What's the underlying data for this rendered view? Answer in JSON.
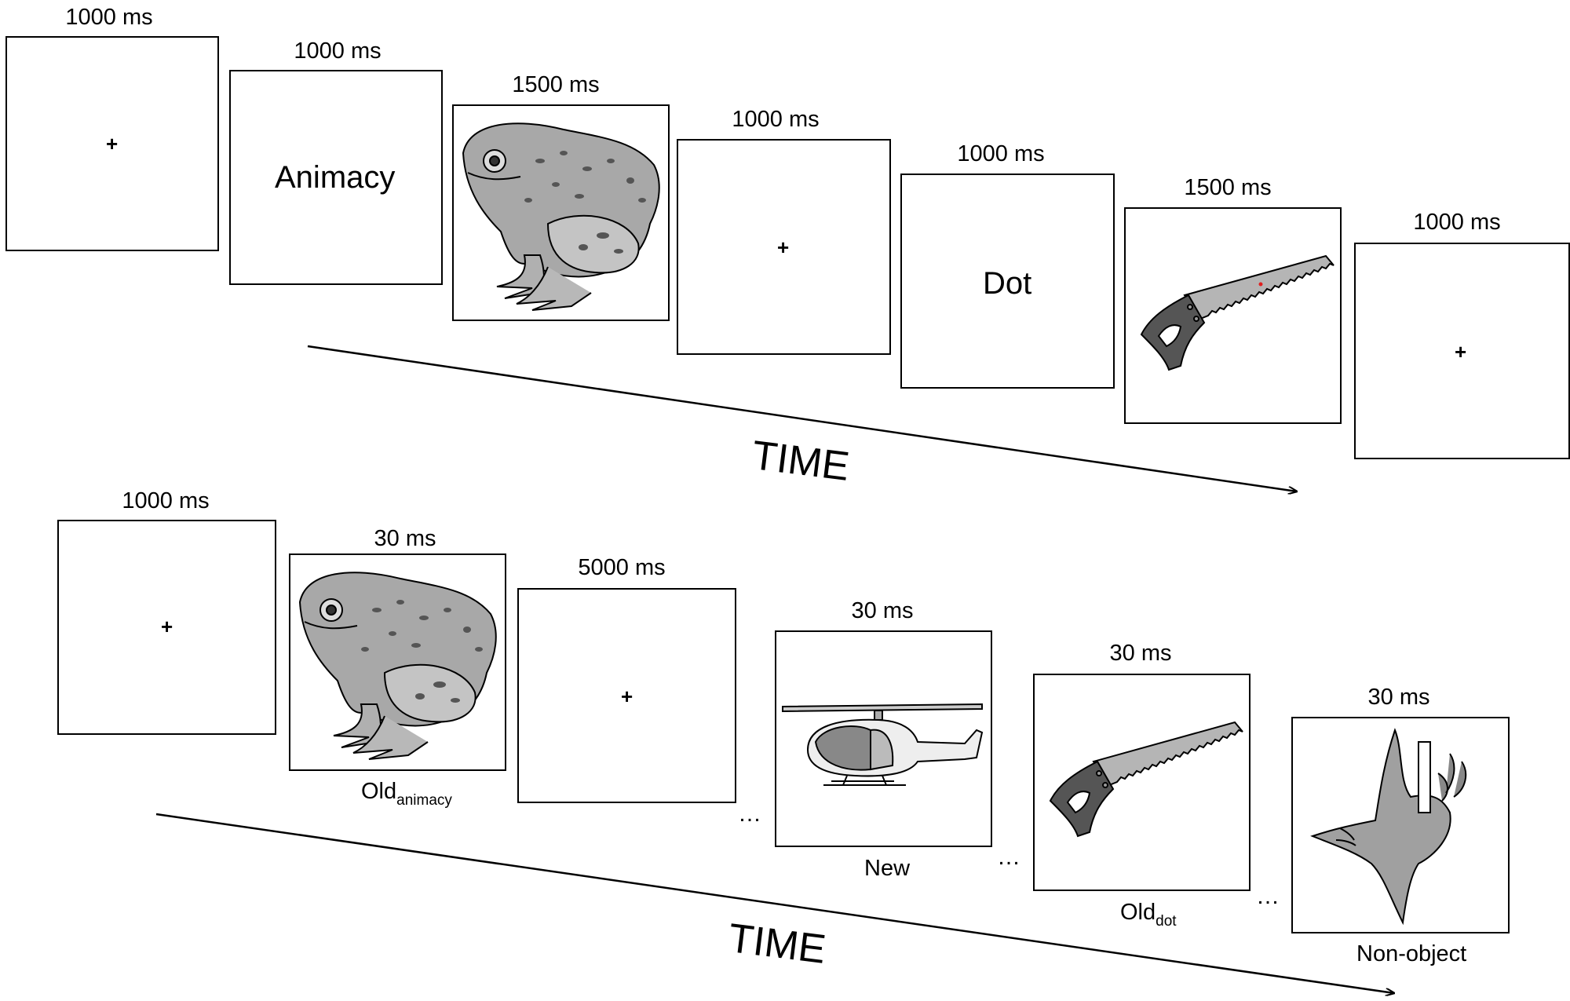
{
  "encoding": {
    "phase": [
      {
        "trials": [
          {
            "duration": "1000 ms",
            "content": "fixation",
            "symbol": "+"
          },
          {
            "duration": "1000 ms",
            "content": "cue",
            "label": "Animacy"
          },
          {
            "duration": "1500 ms",
            "content": "image",
            "icon": "frog-icon"
          },
          {
            "duration": "1000 ms",
            "content": "fixation",
            "symbol": "+"
          },
          {
            "duration": "1000 ms",
            "content": "cue",
            "label": "Dot"
          },
          {
            "duration": "1500 ms",
            "content": "image",
            "icon": "saw-icon"
          },
          {
            "duration": "1000 ms",
            "content": "fixation",
            "symbol": "+"
          }
        ],
        "time_label": "TIME"
      }
    ]
  },
  "test": {
    "trials": [
      {
        "duration": "1000 ms",
        "content": "fixation",
        "symbol": "+"
      },
      {
        "duration": "30 ms",
        "content": "image",
        "icon": "frog-icon",
        "caption_main": "Old",
        "caption_sub": "animacy"
      },
      {
        "duration": "5000 ms",
        "content": "fixation",
        "symbol": "+"
      },
      {
        "duration": "30 ms",
        "content": "image",
        "icon": "helicopter-icon",
        "caption_main": "New",
        "caption_sub": ""
      },
      {
        "duration": "30 ms",
        "content": "image",
        "icon": "saw-icon",
        "caption_main": "Old",
        "caption_sub": "dot"
      },
      {
        "duration": "30 ms",
        "content": "image",
        "icon": "nonobject-icon",
        "caption_main": "Non-object",
        "caption_sub": ""
      }
    ],
    "ellipsis": "…",
    "time_label": "TIME"
  },
  "colors": {
    "stroke": "#000000",
    "frog_fill": "#9a9a9a",
    "saw_blade": "#b5b5b5",
    "dot_marker": "#e02020"
  }
}
